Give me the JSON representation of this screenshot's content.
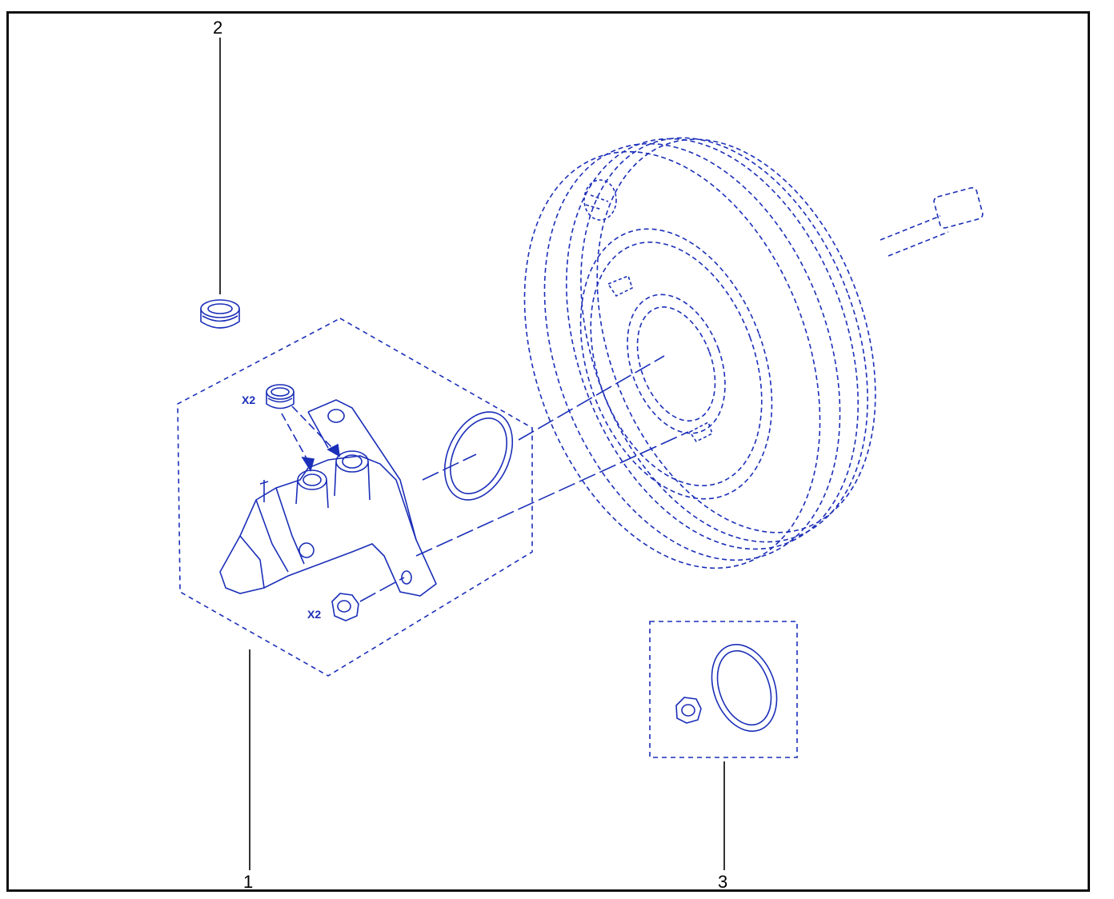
{
  "callouts": {
    "part_1": "1",
    "part_2": "2",
    "part_3": "3"
  },
  "quantities": {
    "seal_qty": "X2",
    "nut_qty": "X2"
  },
  "colors": {
    "line": "#1b2fb8",
    "frame": "#111111",
    "leader": "#000000"
  }
}
